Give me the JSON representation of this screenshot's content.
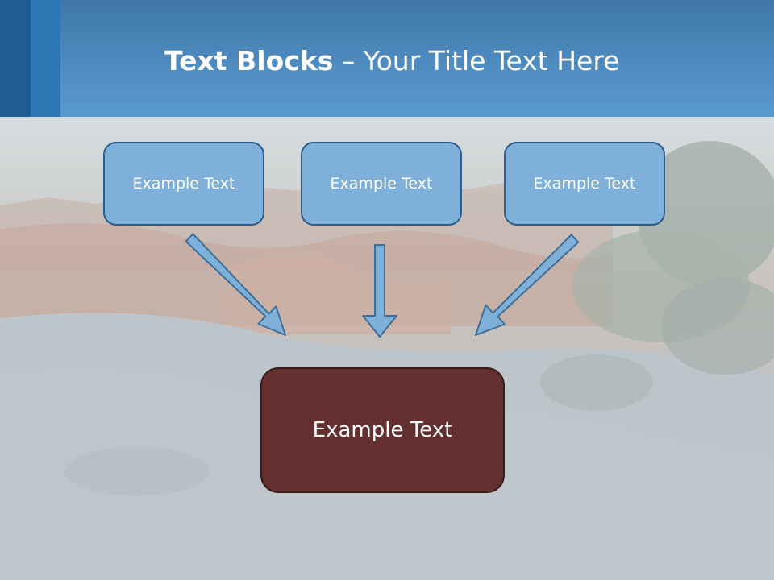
{
  "slide": {
    "title_bold": "Text Blocks",
    "title_rest": " – Your Title Text Here"
  },
  "diagram": {
    "top_boxes": [
      {
        "label": "Example Text"
      },
      {
        "label": "Example Text"
      },
      {
        "label": "Example Text"
      }
    ],
    "bottom_box": {
      "label": "Example Text"
    }
  },
  "colors": {
    "header": "#4e8bbf",
    "top_box_fill": "#7fb0d9",
    "top_box_border": "#2e5f8a",
    "bottom_box_fill": "#642f2f",
    "arrow_fill": "#7fb0d9",
    "arrow_stroke": "#3d6f99"
  }
}
